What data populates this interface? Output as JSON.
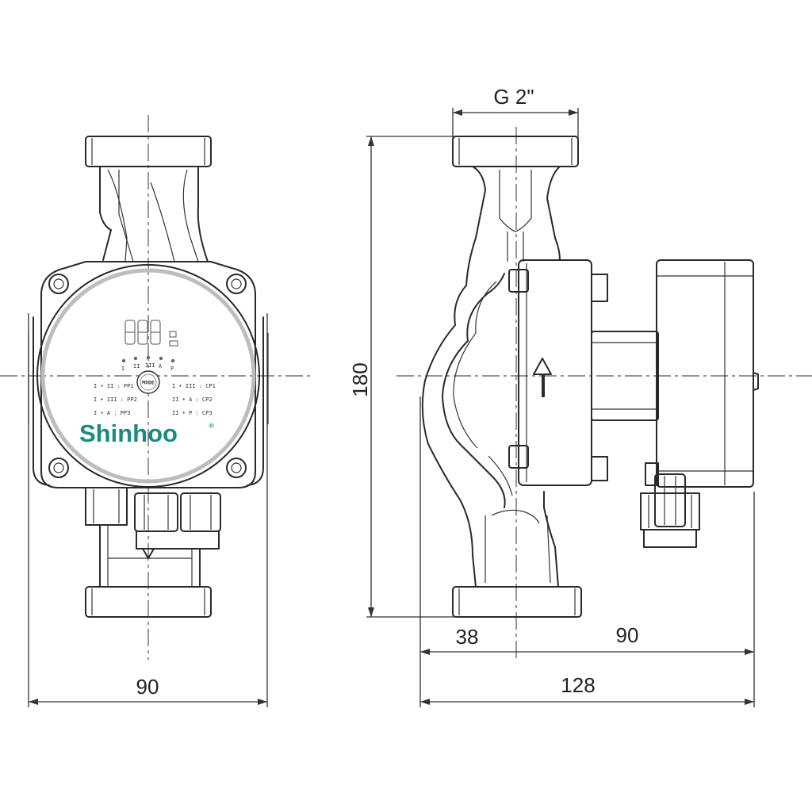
{
  "colors": {
    "brand": "#1a8a82",
    "line": "#2a2a2a",
    "dial_ring": "#bdbdbd"
  },
  "front_view": {
    "brand_name": "Shinhoo",
    "brand_mark": "®",
    "mode_button_label": "MODE",
    "indicator_labels": [
      "I",
      "II",
      "III",
      "A",
      "P"
    ],
    "modes_left": [
      "I • II : PP1",
      "I • III : PP2",
      "I • A : PP3"
    ],
    "modes_right": [
      "I • III : CP1",
      "II • A : CP2",
      "II • P : CP3"
    ],
    "width_dimension": "90"
  },
  "side_view": {
    "port_thread": "G 2\"",
    "height_dimension": "180",
    "inlet_offset_dimension": "38",
    "motor_length_dimension": "90",
    "overall_length_dimension": "128"
  }
}
